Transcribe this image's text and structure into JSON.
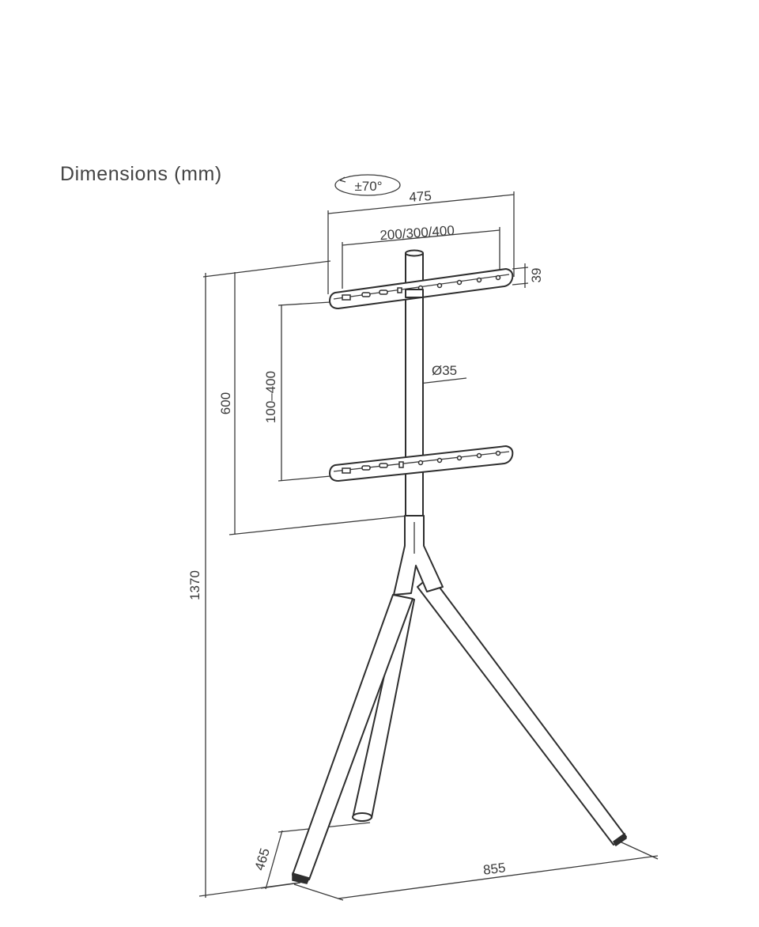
{
  "title": "Dimensions (mm)",
  "rotation_label": "±70°",
  "dimensions": {
    "overall_width": "475",
    "vesa_pattern": "200/300/400",
    "bracket_height": "39",
    "pole_diameter": "Ø35",
    "bracket_spacing": "100–400",
    "column_height": "600",
    "total_height": "1370",
    "rear_leg_offset": "465",
    "leg_spread": "855"
  }
}
